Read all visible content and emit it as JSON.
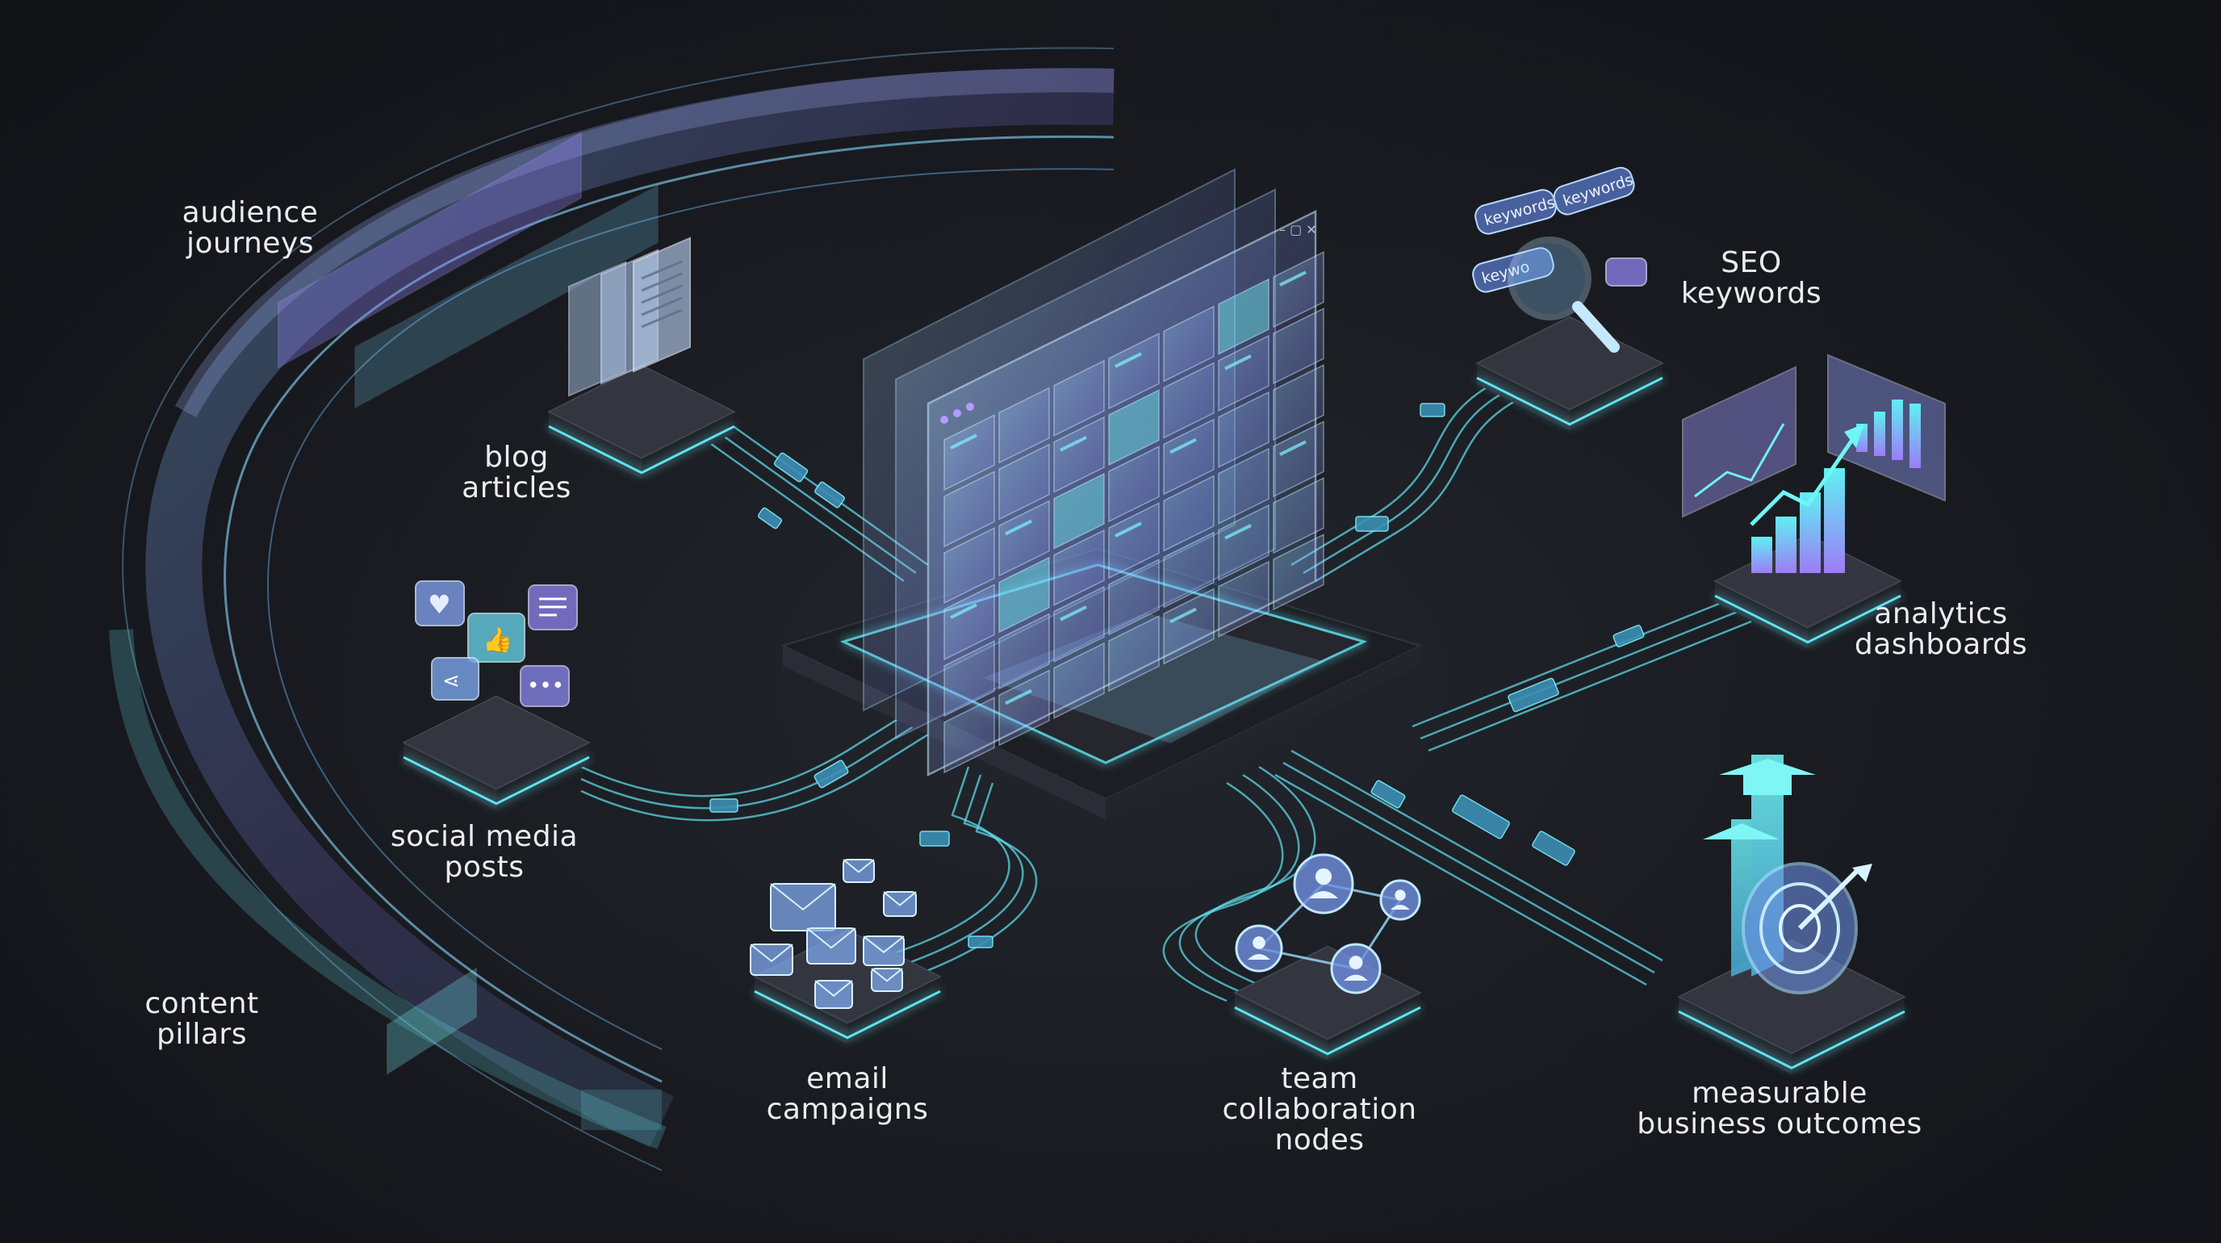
{
  "labels": {
    "audience_journeys": "audience\njourneys",
    "blog_articles": "blog\narticles",
    "social_media_posts": "social media\nposts",
    "content_pillars": "content\npillars",
    "email_campaigns": "email\ncampaigns",
    "team_collaboration": "team\ncollaboration\nnodes",
    "measurable_outcomes": "measurable\nbusiness outcomes",
    "analytics_dashboards": "analytics\ndashboards",
    "seo_keywords": "SEO\nkeywords"
  },
  "seo_tags": [
    "keywords",
    "keywords",
    "keywo"
  ],
  "colors": {
    "background": "#17191e",
    "accent_cyan": "#5fe3f0",
    "accent_violet": "#9d8cf5",
    "platform": "#2b2e36"
  }
}
